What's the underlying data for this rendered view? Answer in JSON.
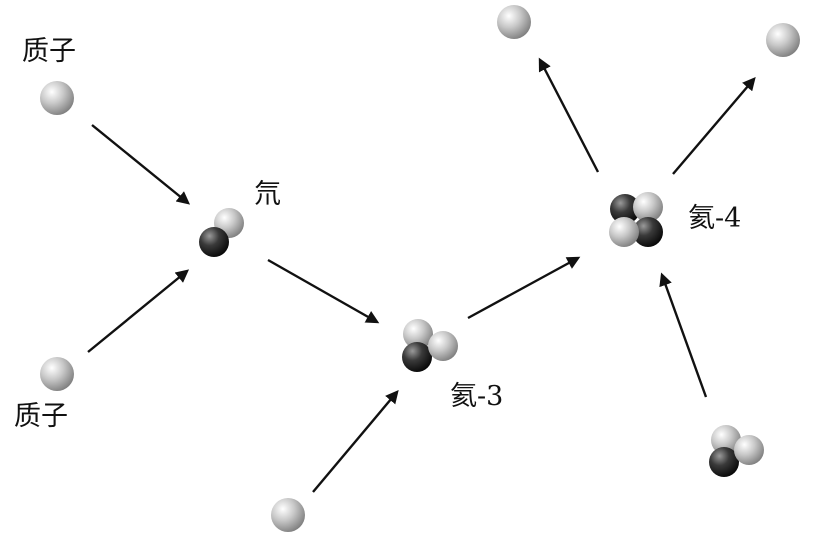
{
  "labels": {
    "proton_top": "质子",
    "proton_bottom": "质子",
    "deuterium": "氘",
    "helium3": "氦-3",
    "helium4": "氦-4"
  },
  "colors": {
    "proton": "#c4c4c4",
    "neutron": "#2a2a2a",
    "arrow": "#111111"
  }
}
